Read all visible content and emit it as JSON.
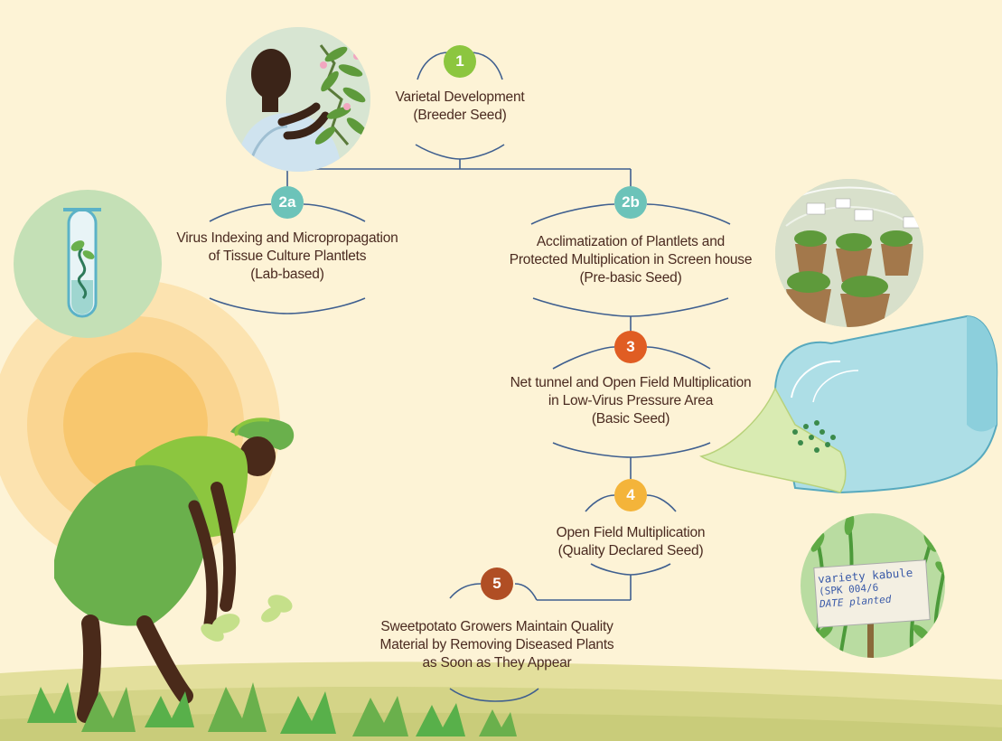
{
  "colors": {
    "background": "#fdf3d6",
    "connector": "#3f5f8f",
    "text": "#4a2a20",
    "badge_green": "#8cc63f",
    "badge_teal": "#6cc3b9",
    "badge_orange": "#e05d23",
    "badge_yellow": "#f4b43a",
    "badge_brown": "#b04e24"
  },
  "steps": [
    {
      "badge": "1",
      "lines": [
        "Varietal Development",
        "(Breeder Seed)"
      ]
    },
    {
      "badge": "2a",
      "lines": [
        "Virus Indexing and Micropropagation",
        "of Tissue Culture Plantlets",
        "(Lab-based)"
      ]
    },
    {
      "badge": "2b",
      "lines": [
        "Acclimatization of Plantlets and",
        "Protected Multiplication in Screen house",
        "(Pre-basic Seed)"
      ]
    },
    {
      "badge": "3",
      "lines": [
        "Net tunnel and Open Field Multiplication",
        "in Low-Virus Pressure Area",
        "(Basic Seed)"
      ]
    },
    {
      "badge": "4",
      "lines": [
        "Open Field Multiplication",
        "(Quality Declared Seed)"
      ]
    },
    {
      "badge": "5",
      "lines": [
        "Sweetpotato Growers Maintain Quality",
        "Material by Removing Diseased Plants",
        "as Soon as They Appear"
      ]
    }
  ],
  "sign": {
    "line1": "variety kabule",
    "line2": "(SPK 004/6",
    "line3": "DATE planted"
  }
}
